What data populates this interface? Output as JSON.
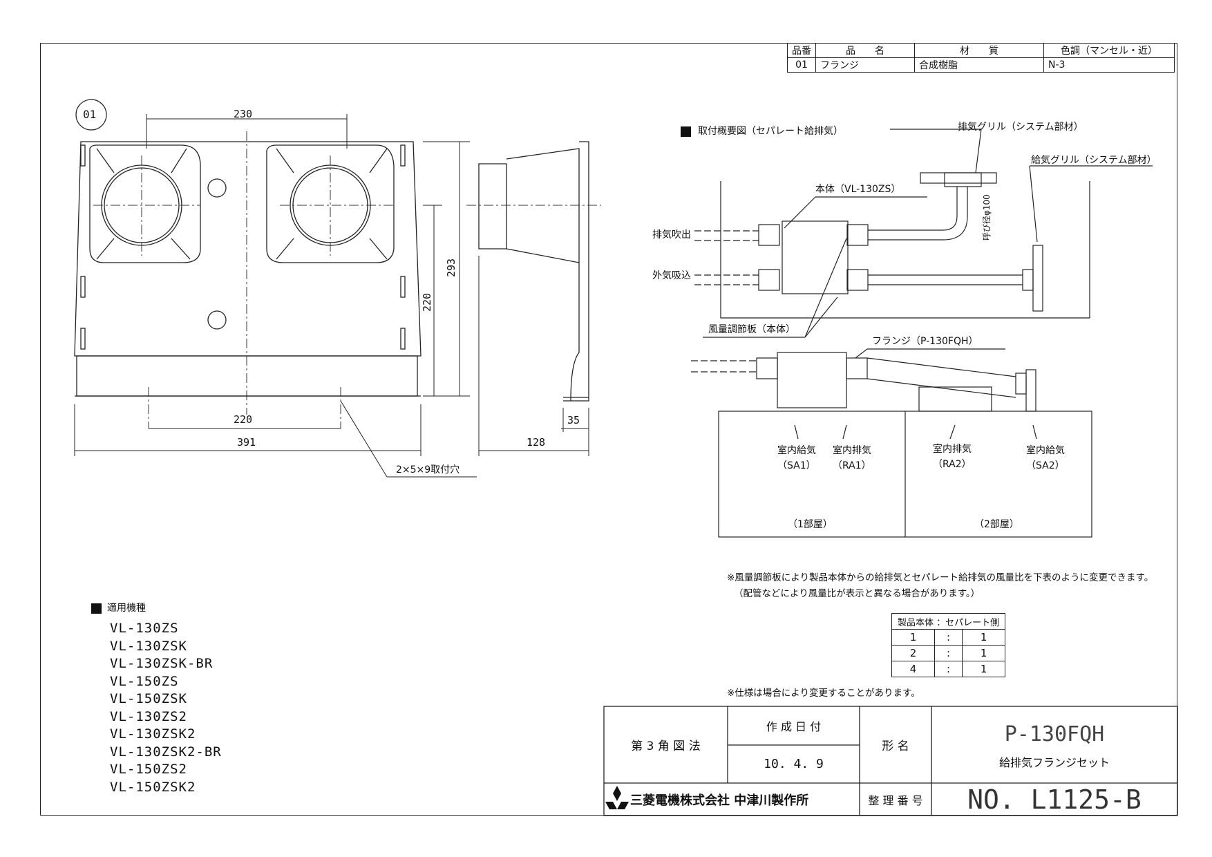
{
  "parts_table": {
    "headers": [
      "品番",
      "品　　名",
      "材　　質",
      "色調（マンセル・近）"
    ],
    "row": [
      "01",
      "フランジ",
      "合成樹脂",
      "N-3"
    ]
  },
  "drawing": {
    "part_tag": "01",
    "dims": {
      "d230": "230",
      "d293": "293",
      "d220v": "220",
      "d220h": "220",
      "d391": "391",
      "d128": "128",
      "d35": "35"
    },
    "hole_note": "2×5×9取付穴"
  },
  "install": {
    "title": "取付概要図（セパレート給排気）",
    "exhaust_grille": "排気グリル（システム部材）",
    "supply_grille": "給気グリル（システム部材）",
    "body": "本体（VL-130ZS）",
    "pipe_dia": "呼び径φ100",
    "exhaust_out": "排気吹出",
    "outside_in": "外気吸込",
    "damper": "風量調節板（本体）",
    "flange": "フランジ（P-130FQH）",
    "sa1": "室内給気",
    "sa1_code": "（SA1）",
    "ra1": "室内排気",
    "ra1_code": "（RA1）",
    "ra2": "室内排気",
    "ra2_code": "（RA2）",
    "sa2": "室内給気",
    "sa2_code": "（SA2）",
    "room1": "（1部屋）",
    "room2": "（2部屋）"
  },
  "notes": {
    "note1": "※風量調節板により製品本体からの給排気とセパレート給排気の風量比を下表のように変更できます。",
    "note2": "（配管などにより風量比が表示と異なる場合があります。）",
    "note3": "※仕様は場合により変更することがあります。"
  },
  "ratio_table": {
    "header": "製品本体 ：セパレート側",
    "rows": [
      [
        "1",
        ":",
        "1"
      ],
      [
        "2",
        ":",
        "1"
      ],
      [
        "4",
        ":",
        "1"
      ]
    ]
  },
  "applicable": {
    "title": "適用機種",
    "models": [
      "VL-130ZS",
      "VL-130ZSK",
      "VL-130ZSK-BR",
      "VL-150ZS",
      "VL-150ZSK",
      "VL-130ZS2",
      "VL-130ZSK2",
      "VL-130ZSK2-BR",
      "VL-150ZS2",
      "VL-150ZSK2"
    ]
  },
  "title_block": {
    "projection": "第 3 角 図 法",
    "date_label": "作 成 日 付",
    "date": "10. 4. 9",
    "model_label": "形 名",
    "model": "P-130FQH",
    "product": "給排気フランジセット",
    "company": "三菱電機株式会社 中津川製作所",
    "number_label": "整 理 番 号",
    "number": "NO. L1125-B"
  }
}
